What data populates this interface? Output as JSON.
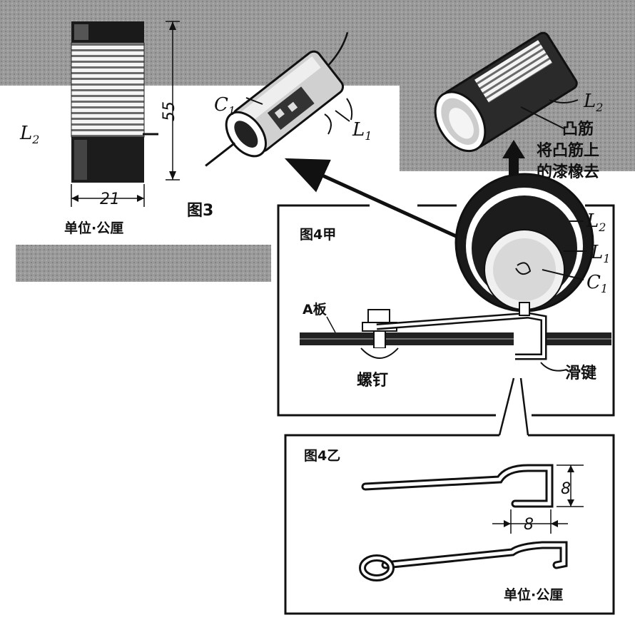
{
  "fig3": {
    "caption": "图3",
    "unit": "单位·公厘",
    "coil_label": "L",
    "coil_label_sub": "2",
    "height_dim": "55",
    "width_dim": "21",
    "c1_label": "C",
    "c1_label_sub": "1",
    "l1_label": "L",
    "l1_label_sub": "1",
    "l2_label": "L",
    "l2_label_sub": "2",
    "note_line1": "凸筋",
    "note_line2": "将凸筋上",
    "note_line3": "的漆橡去"
  },
  "fig4a": {
    "caption": "图4甲",
    "board_label": "A板",
    "screw_label": "螺钉",
    "slide_label": "滑键",
    "l2_label": "L",
    "l2_label_sub": "2",
    "l1_label": "L",
    "l1_label_sub": "1",
    "c1_label": "C",
    "c1_label_sub": "1"
  },
  "fig4b": {
    "caption": "图4乙",
    "dim_vertical": "8",
    "dim_horizontal": "8",
    "unit": "单位·公厘"
  }
}
